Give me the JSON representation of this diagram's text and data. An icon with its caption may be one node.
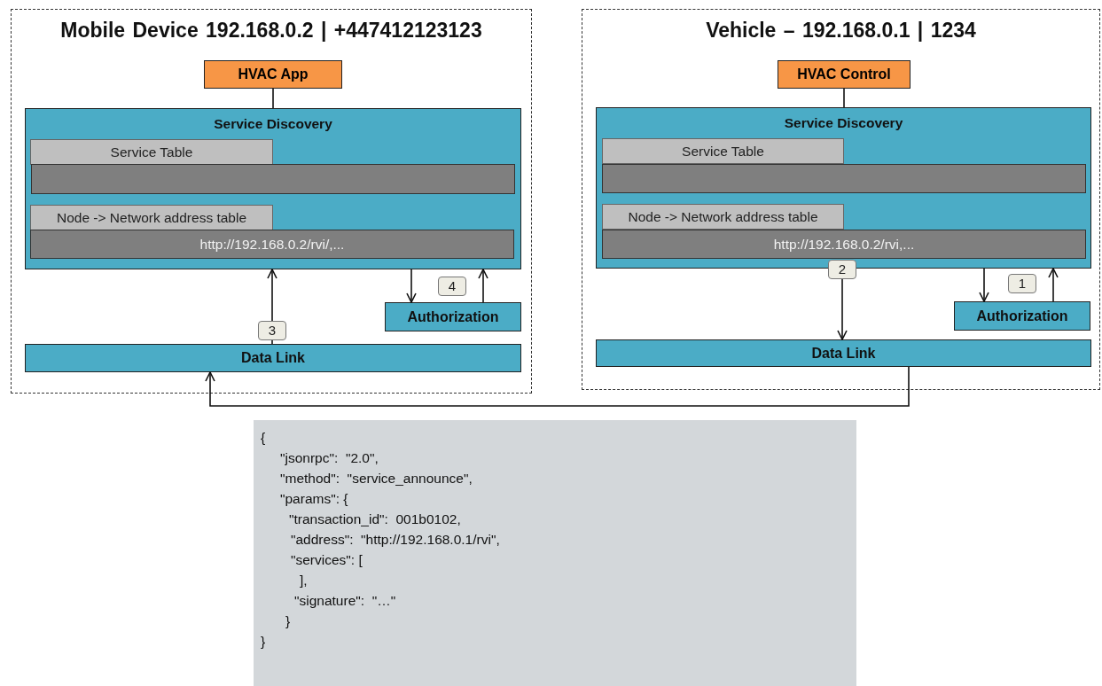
{
  "diagram": {
    "nodes": [
      {
        "text": [
          "Mobile  Device 192.168.0.2 | +447412123123"
        ]
      },
      {
        "text": [
          "HVAC App"
        ],
        "in": 0
      },
      {
        "text": [
          "Service Discovery"
        ],
        "in": 0
      },
      {
        "text": [
          "Service Table"
        ],
        "in": 2
      },
      {
        "text": [],
        "shape": "box",
        "in": 2
      },
      {
        "text": [
          "Node -> Network address table"
        ],
        "in": 2
      },
      {
        "text": [
          "http://192.168.0.2/rvi/,..."
        ],
        "in": 2
      },
      {
        "text": [
          "Authorization"
        ],
        "in": 0
      },
      {
        "text": [
          "Data Link"
        ],
        "in": 0
      },
      {
        "text": [
          "Vehicle  – 192.168.0.1 | 1234"
        ]
      },
      {
        "text": [
          "HVAC Control"
        ],
        "in": 9
      },
      {
        "text": [
          "Service Discovery"
        ],
        "in": 9
      },
      {
        "text": [
          "Service Table"
        ],
        "in": 11
      },
      {
        "text": [],
        "shape": "box",
        "in": 11
      },
      {
        "text": [
          "Node -> Network address table"
        ],
        "in": 11
      },
      {
        "text": [
          "http://192.168.0.2/rvi,..."
        ],
        "in": 11
      },
      {
        "text": [
          "Authorization"
        ],
        "in": 9
      },
      {
        "text": [
          "Data Link"
        ],
        "in": 9
      },
      {
        "text": [
          "{",
          "\"jsonrpc\":  \"2.0\",",
          "\"method\":  \"service_announce\",",
          "\"params\": {",
          "\"transaction_id\":  001b0102,",
          "\"address\":  \"http://192.168.0.1/rvi\",",
          "\"services\": [",
          "],",
          "\"signature\":  \"…\"",
          "}",
          "}"
        ]
      }
    ],
    "edges": [
      {
        "from": 1,
        "to": 2,
        "arrow": "none"
      },
      {
        "from": 8,
        "to": 2,
        "arrow": "to",
        "label": "3"
      },
      {
        "from": 2,
        "to": 7,
        "arrow": "to"
      },
      {
        "from": 7,
        "to": 2,
        "arrow": "to"
      },
      {
        "from": 10,
        "to": 11,
        "arrow": "none"
      },
      {
        "from": 11,
        "to": 17,
        "arrow": "to",
        "label": "2"
      },
      {
        "from": 11,
        "to": 16,
        "arrow": "to"
      },
      {
        "from": 16,
        "to": 11,
        "arrow": "to"
      },
      {
        "from": 17,
        "to": 8,
        "arrow": "to"
      }
    ],
    "labels": [
      "4",
      "1"
    ]
  }
}
